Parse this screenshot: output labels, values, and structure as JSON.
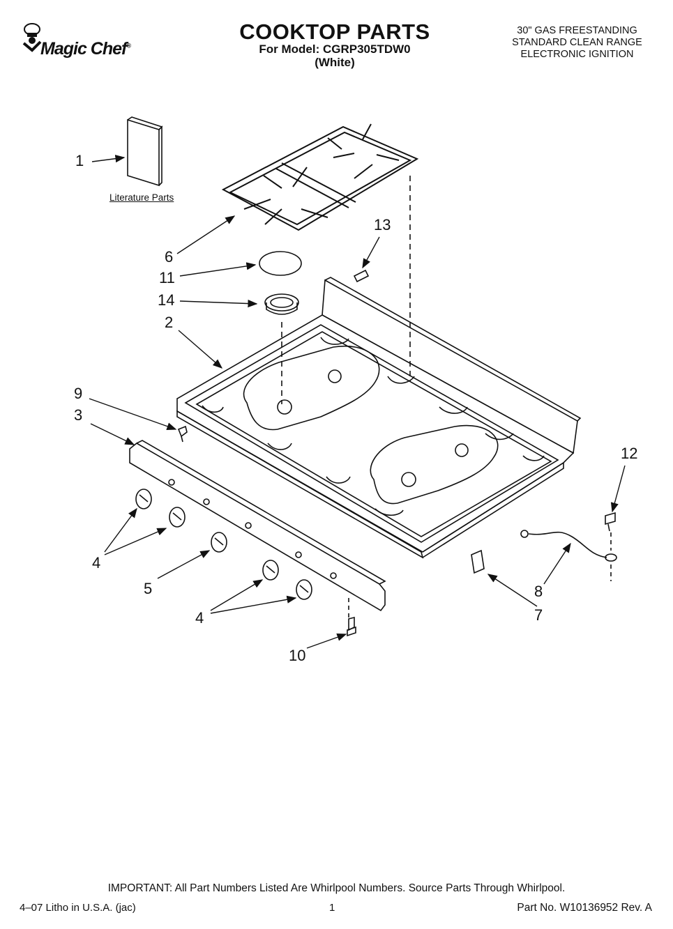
{
  "header": {
    "brand": "Magic Chef",
    "brand_mark": "®",
    "title": "COOKTOP PARTS",
    "model_line": "For Model: CGRP305TDW0",
    "variant": "(White)",
    "description": [
      "30\" GAS FREESTANDING",
      "STANDARD CLEAN RANGE",
      "ELECTRONIC IGNITION"
    ]
  },
  "diagram": {
    "literature_label": "Literature Parts",
    "callouts": {
      "c1": "1",
      "c6": "6",
      "c11": "11",
      "c14": "14",
      "c2": "2",
      "c13": "13",
      "c9": "9",
      "c3": "3",
      "c12": "12",
      "c4a": "4",
      "c5": "5",
      "c4b": "4",
      "c8": "8",
      "c7": "7",
      "c10": "10"
    }
  },
  "footer": {
    "note": "IMPORTANT: All Part Numbers Listed Are Whirlpool Numbers. Source Parts Through Whirlpool.",
    "litho": "4–07 Litho in U.S.A. (jac)",
    "page": "1",
    "part_no": "Part No. W10136952 Rev. A"
  }
}
